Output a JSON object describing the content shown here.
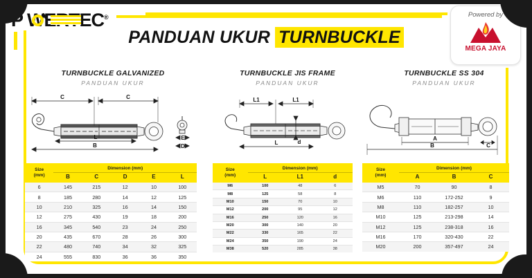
{
  "brand": {
    "logo_text": "P WERTEC",
    "logo_registered": "®"
  },
  "badge": {
    "powered_by": "Powered by",
    "company": "MEGA JAYA",
    "brand_color": "#c8102e"
  },
  "title": {
    "part1": "PANDUAN UKUR",
    "highlight": "TURNBUCKLE",
    "highlight_color": "#ffe600"
  },
  "sections": [
    {
      "id": "galvanized",
      "heading": "TURNBUCKLE GALVANIZED",
      "subheading": "PANDUAN UKUR",
      "diagram_labels": [
        "C",
        "C",
        "L",
        "B",
        "E",
        "D"
      ],
      "icon": "turnbuckle-hook-eye-icon"
    },
    {
      "id": "jis-frame",
      "heading": "TURNBUCKLE JIS FRAME",
      "subheading": "PANDUAN UKUR",
      "diagram_labels": [
        "L1",
        "L1",
        "L",
        "d"
      ],
      "icon": "turnbuckle-jis-icon"
    },
    {
      "id": "ss-304",
      "heading": "TURNBUCKLE SS 304",
      "subheading": "PANDUAN UKUR",
      "diagram_labels": [
        "A",
        "B",
        "C"
      ],
      "icon": "turnbuckle-ss-icon"
    }
  ],
  "tables": [
    {
      "id": "table-galvanized",
      "size_header": "Size",
      "size_unit": "(mm)",
      "group_header": "Dimension (mm)",
      "columns": [
        "B",
        "C",
        "D",
        "E",
        "L"
      ],
      "rows": [
        {
          "size": "6",
          "values": [
            "145",
            "215",
            "12",
            "10",
            "100"
          ]
        },
        {
          "size": "8",
          "values": [
            "185",
            "280",
            "14",
            "12",
            "125"
          ]
        },
        {
          "size": "10",
          "values": [
            "210",
            "325",
            "16",
            "14",
            "150"
          ]
        },
        {
          "size": "12",
          "values": [
            "275",
            "430",
            "19",
            "18",
            "200"
          ]
        },
        {
          "size": "16",
          "values": [
            "345",
            "540",
            "23",
            "24",
            "250"
          ]
        },
        {
          "size": "20",
          "values": [
            "435",
            "670",
            "28",
            "26",
            "300"
          ]
        },
        {
          "size": "22",
          "values": [
            "480",
            "740",
            "34",
            "32",
            "325"
          ]
        },
        {
          "size": "24",
          "values": [
            "555",
            "830",
            "36",
            "36",
            "350"
          ]
        }
      ]
    },
    {
      "id": "table-jis-frame",
      "size_header": "Size",
      "size_unit": "(mm)",
      "group_header": "Dimension (mm)",
      "columns": [
        "L",
        "L1",
        "d"
      ],
      "rows": [
        {
          "size": "M6",
          "values": [
            "100",
            "48",
            "6"
          ]
        },
        {
          "size": "M8",
          "values": [
            "125",
            "58",
            "8"
          ]
        },
        {
          "size": "M10",
          "values": [
            "150",
            "70",
            "10"
          ]
        },
        {
          "size": "M12",
          "values": [
            "200",
            "95",
            "12"
          ]
        },
        {
          "size": "M16",
          "values": [
            "250",
            "120",
            "16"
          ]
        },
        {
          "size": "M20",
          "values": [
            "300",
            "140",
            "20"
          ]
        },
        {
          "size": "M22",
          "values": [
            "330",
            "165",
            "22"
          ]
        },
        {
          "size": "M24",
          "values": [
            "350",
            "190",
            "24"
          ]
        },
        {
          "size": "M38",
          "values": [
            "520",
            "285",
            "38"
          ]
        }
      ]
    },
    {
      "id": "table-ss-304",
      "size_header": "Size",
      "size_unit": "(mm)",
      "group_header": "Dimension (mm)",
      "columns": [
        "A",
        "B",
        "C"
      ],
      "rows": [
        {
          "size": "M5",
          "values": [
            "70",
            "90",
            "8"
          ]
        },
        {
          "size": "M6",
          "values": [
            "110",
            "172-252",
            "9"
          ]
        },
        {
          "size": "M8",
          "values": [
            "110",
            "182-257",
            "10"
          ]
        },
        {
          "size": "M10",
          "values": [
            "125",
            "213-298",
            "14"
          ]
        },
        {
          "size": "M12",
          "values": [
            "125",
            "238-318",
            "16"
          ]
        },
        {
          "size": "M16",
          "values": [
            "170",
            "320-430",
            "22"
          ]
        },
        {
          "size": "M20",
          "values": [
            "200",
            "357-497",
            "24"
          ]
        }
      ]
    }
  ]
}
